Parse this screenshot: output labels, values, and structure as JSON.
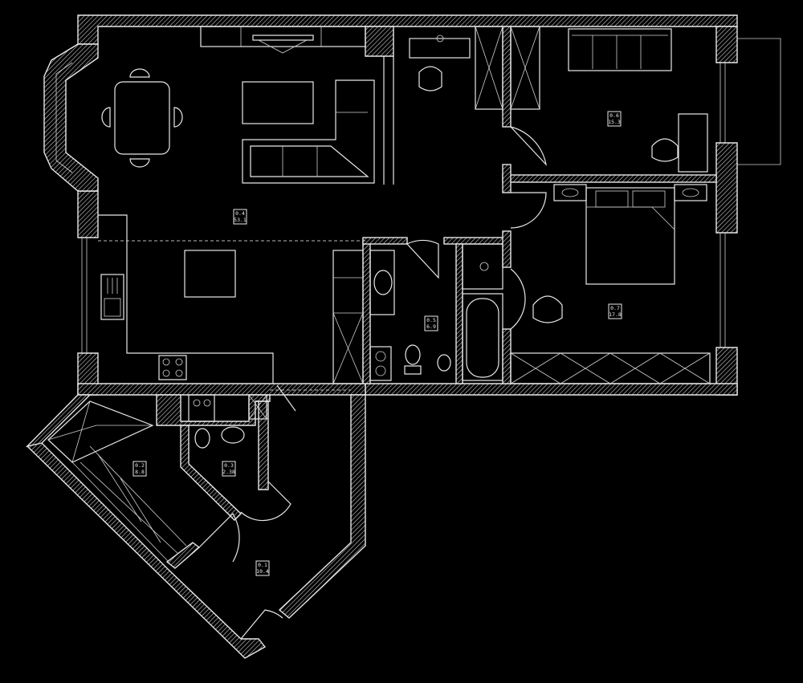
{
  "colors": {
    "background": "#000000",
    "lines": "#e8e8e8"
  },
  "rooms": [
    {
      "id": "0.1",
      "area": "10.4"
    },
    {
      "id": "0.2",
      "area": "8.8"
    },
    {
      "id": "0.3",
      "area": "2.38"
    },
    {
      "id": "0.4",
      "area": "53.1"
    },
    {
      "id": "0.5",
      "area": "6.9"
    },
    {
      "id": "0.6",
      "area": "15.3"
    },
    {
      "id": "0.7",
      "area": "17.8"
    }
  ]
}
